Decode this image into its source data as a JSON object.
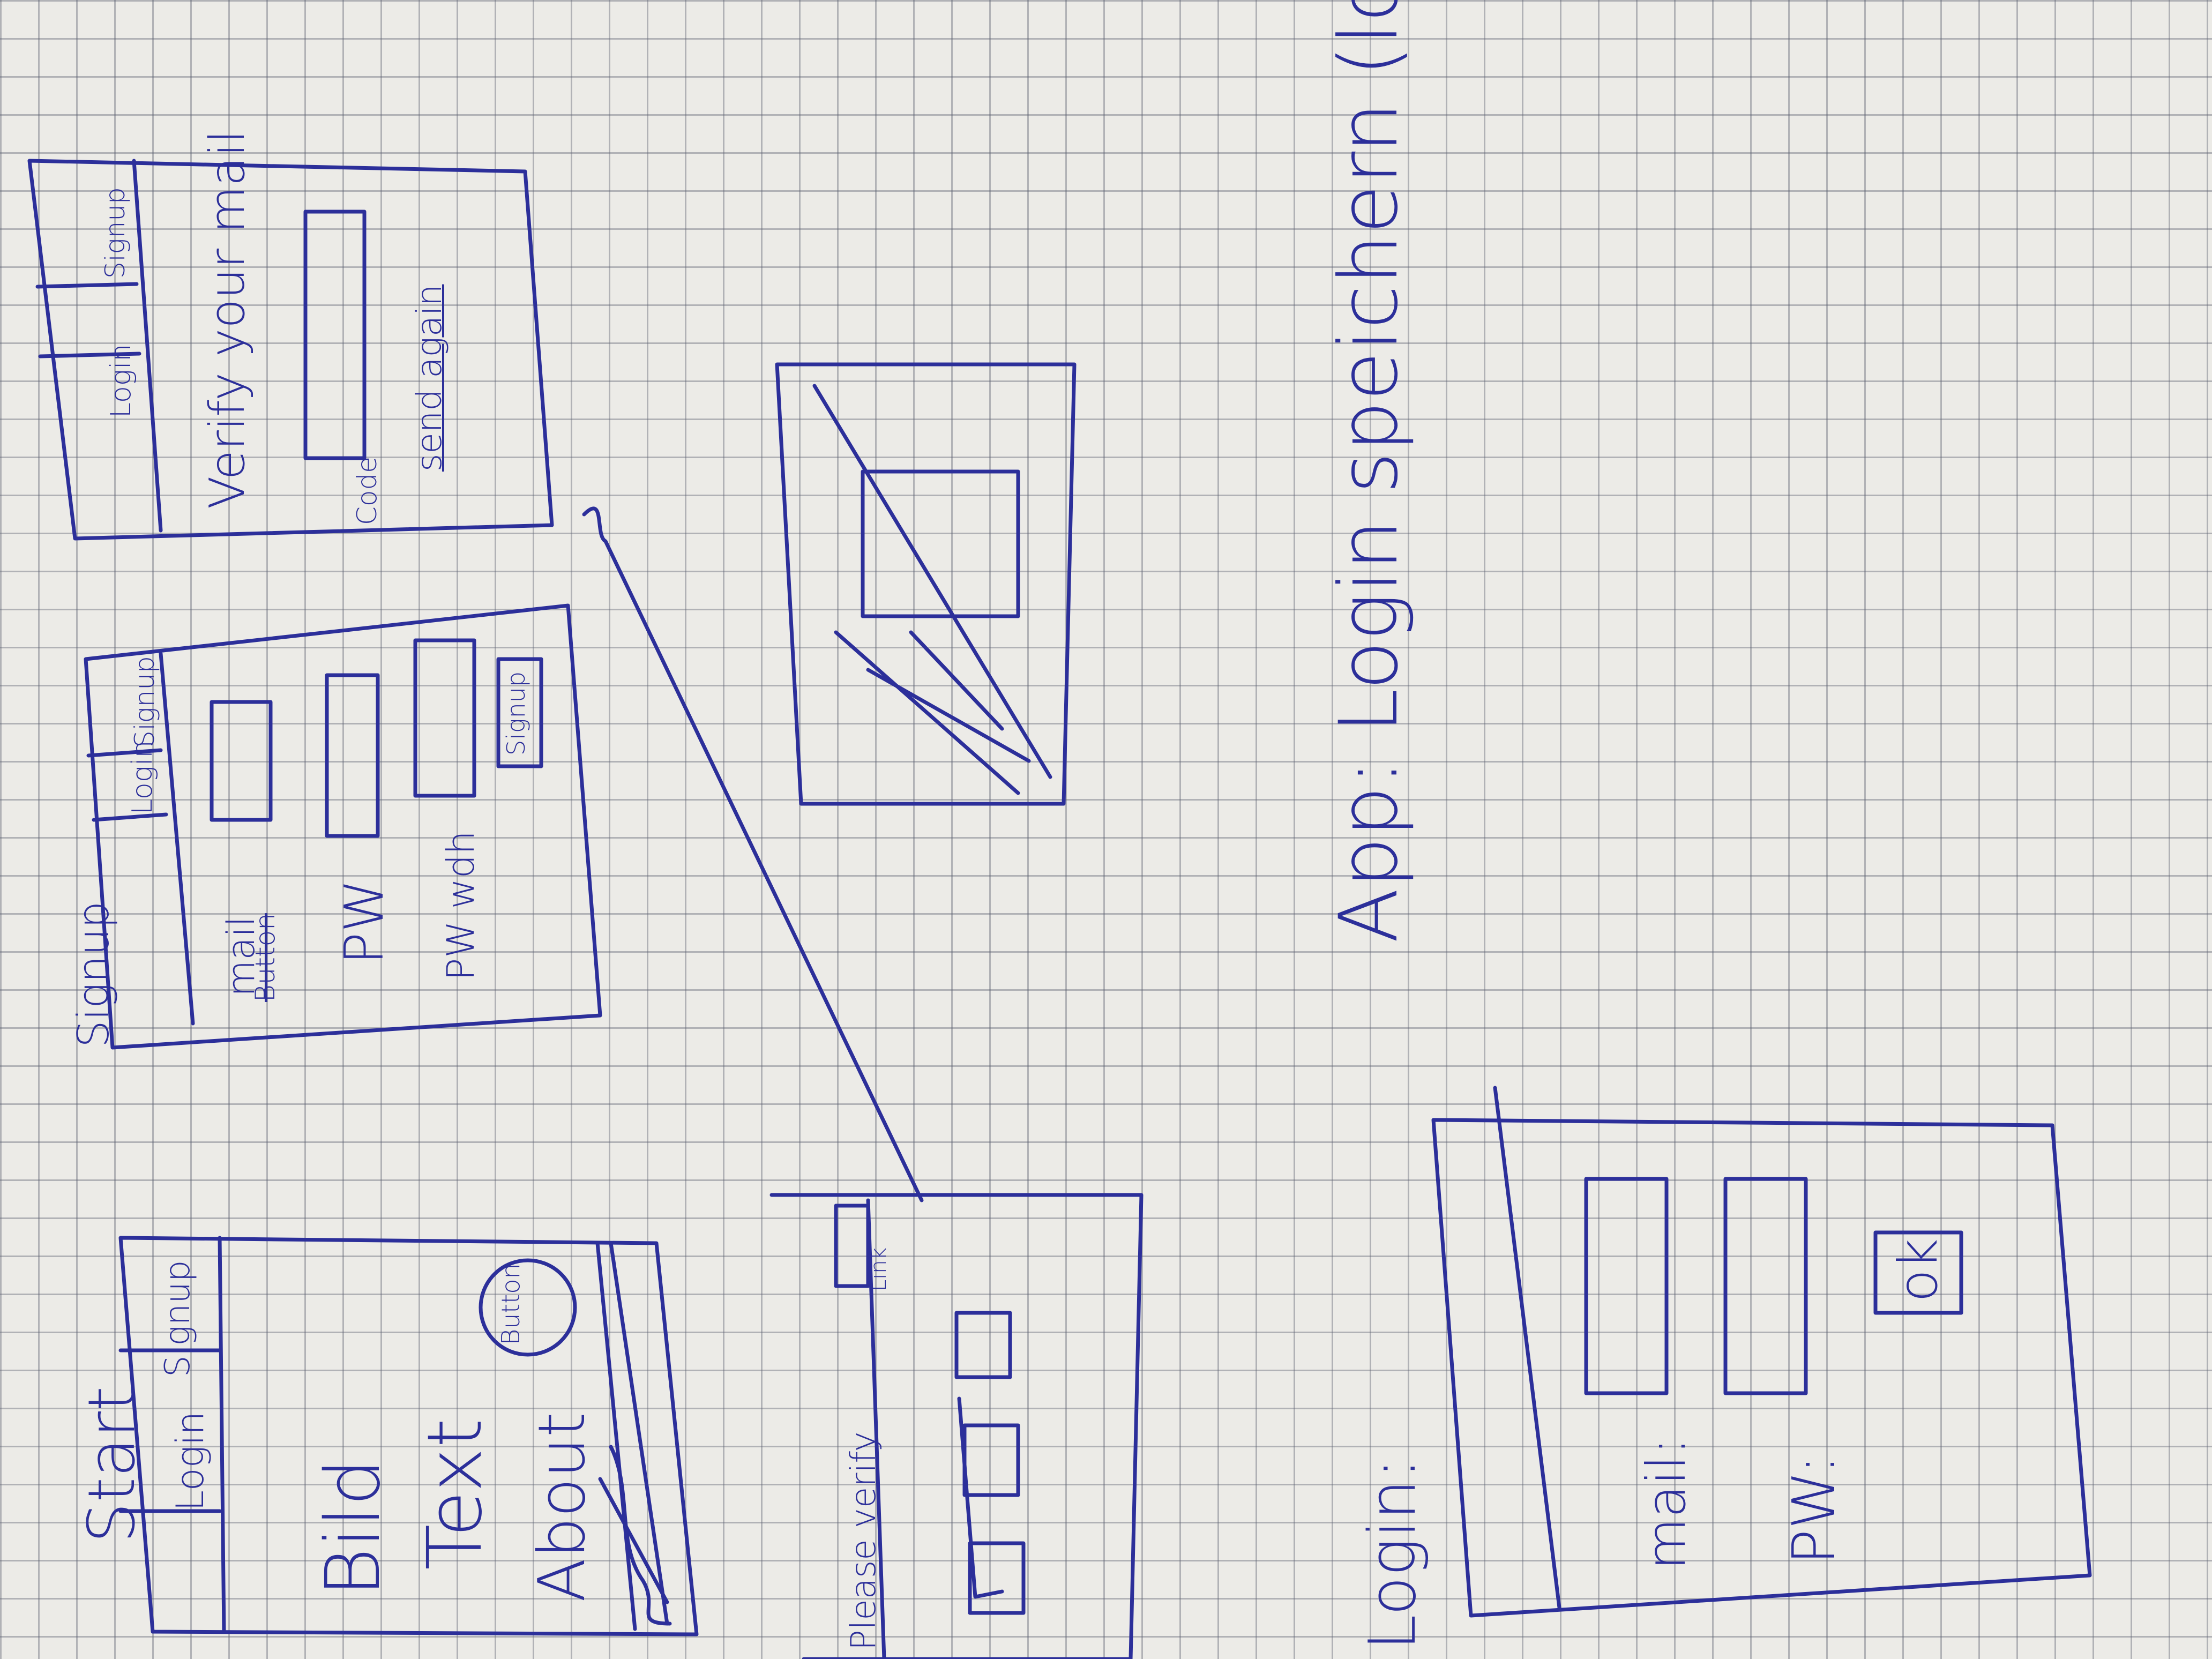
{
  "start": {
    "title": "Start",
    "login_tab": "Login",
    "signup_tab": "Signup",
    "bild_label": "Bild",
    "text_label": "Text",
    "about_label": "About",
    "buttons_label": "Button"
  },
  "signup": {
    "title": "Signup",
    "login_tab": "Login",
    "signup_tab": "Signup",
    "mail_label": "mail",
    "struck_label": "Button",
    "pw_label": "PW",
    "pw_wdh_label": "PW wdh",
    "signup_button": "Signup"
  },
  "verify": {
    "login_tab": "Login",
    "signup_tab": "Signup",
    "heading": "Verify your mail",
    "code_label": "Code",
    "send_again": "send again"
  },
  "please_verify": {
    "title": "Please verify",
    "small_label": "Link"
  },
  "login": {
    "title": "Login:",
    "mail_label": "mail:",
    "pw_label": "PW:",
    "ok_button": "ok"
  },
  "note": {
    "text": "App: Login speichern (lokal)"
  },
  "colors": {
    "ink": "#2c2f9a",
    "paper": "#ecebe7",
    "grid": "#5f6473"
  }
}
